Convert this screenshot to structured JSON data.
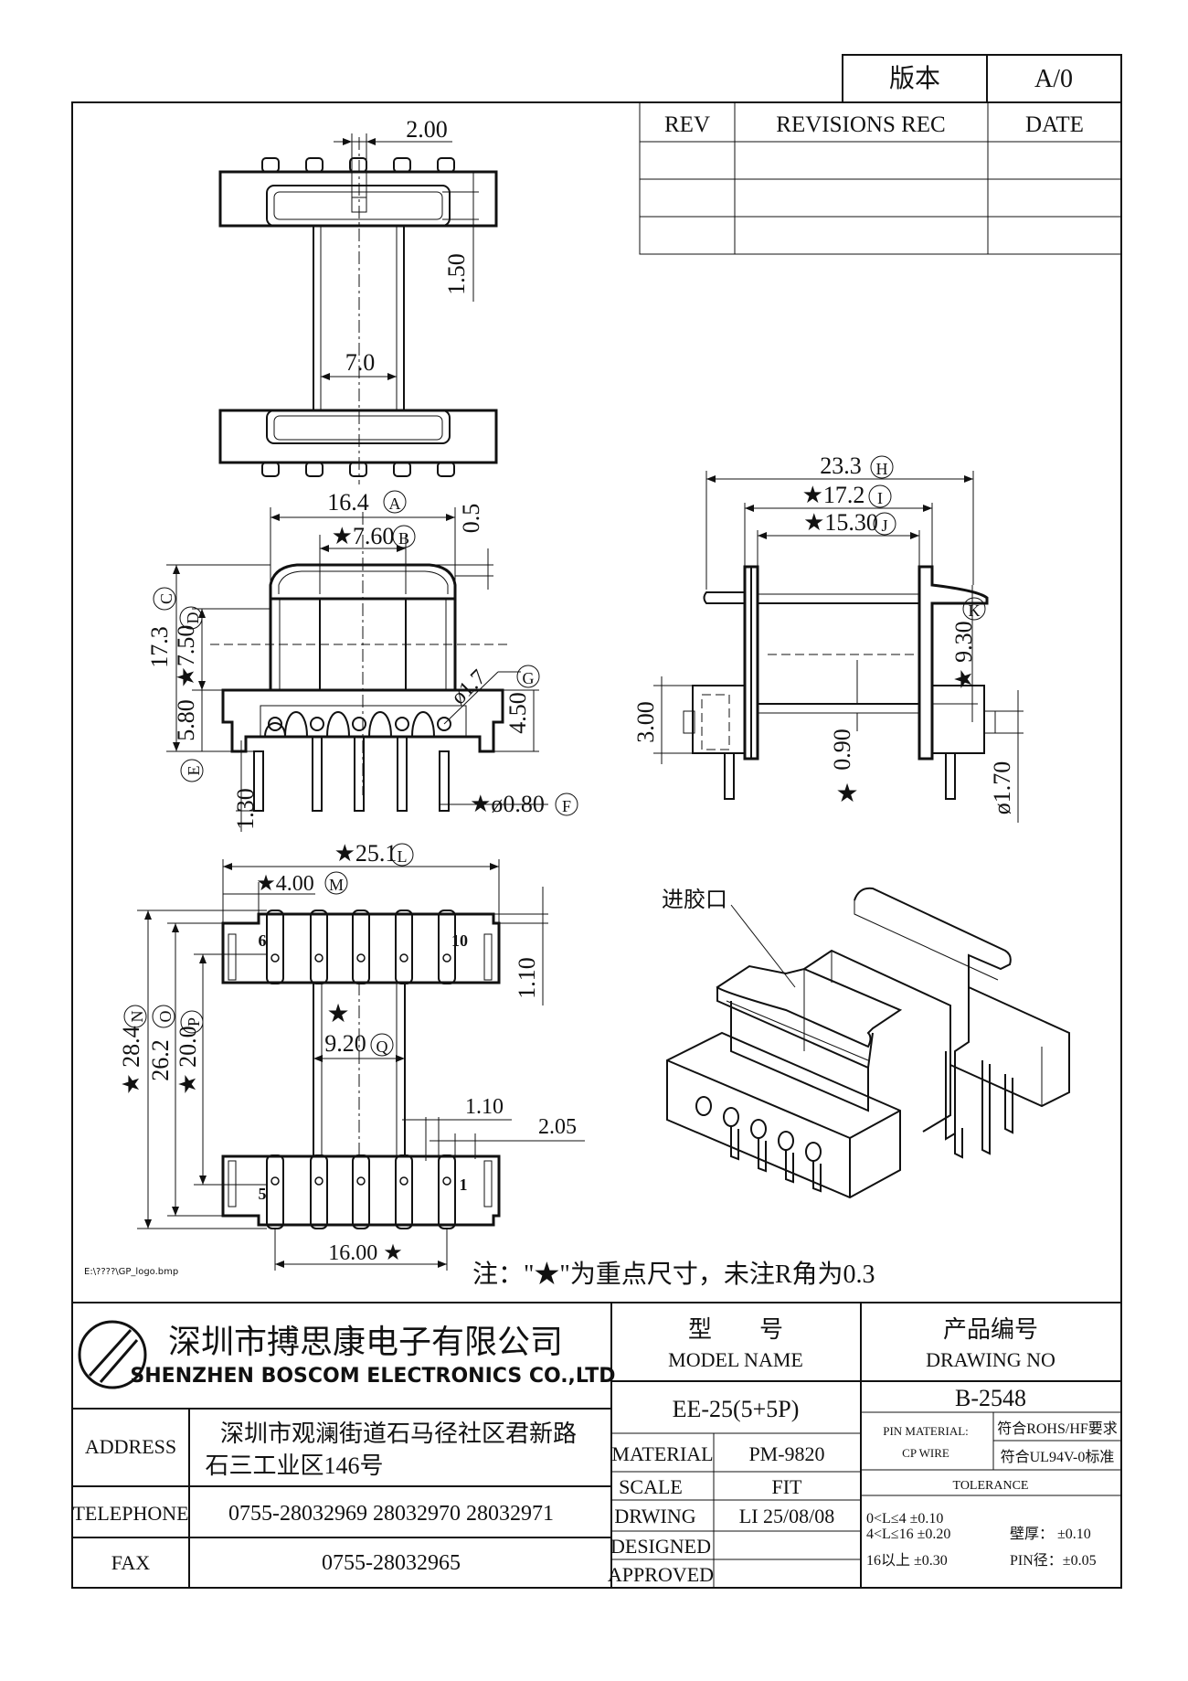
{
  "version_box": {
    "label": "版本",
    "value": "A/0"
  },
  "revision_table": {
    "headers": [
      "REV",
      "REVISIONS REC",
      "DATE"
    ],
    "rows": [
      [
        "",
        "",
        ""
      ],
      [
        "",
        "",
        ""
      ],
      [
        "",
        "",
        ""
      ]
    ]
  },
  "dimensions": {
    "top_view": {
      "gap": "2.00",
      "height": "1.50",
      "width": "7.0"
    },
    "front_view": {
      "a": "16.4",
      "a_mark": "A",
      "b": "★7.60",
      "b_mark": "B",
      "top_offset": "0.5",
      "c": "17.3",
      "c_mark": "C",
      "d": "★7.50",
      "d_mark": "D",
      "e": "5.80",
      "e_mark": "E",
      "g_dia": "ø1.7",
      "g_mark": "G",
      "g_h": "4.50",
      "pin_len": "1.30",
      "f": "★ø0.80",
      "f_mark": "F"
    },
    "side_view": {
      "h": "23.3",
      "h_mark": "H",
      "i": "★17.2",
      "i_mark": "I",
      "j": "★15.30",
      "j_mark": "J",
      "k": "★ 9.30",
      "k_mark": "K",
      "flange": "3.00",
      "wall": "0.90",
      "wall_star": "★",
      "pin_dia": "ø1.70"
    },
    "bottom_view": {
      "l": "★25.1",
      "l_mark": "L",
      "m": "★4.00",
      "m_mark": "M",
      "n": "★ 28.4",
      "n_mark": "N",
      "o": "26.2",
      "o_mark": "O",
      "p": "★ 20.0",
      "p_mark": "P",
      "q": "9.20",
      "q_mark": "Q",
      "star": "★",
      "slot_h": "1.10",
      "slot_w": "1.10",
      "slot_w2": "2.05",
      "pitch": "16.00 ★",
      "pin6": "6",
      "pin10": "10",
      "pin5": "5",
      "pin1": "1"
    }
  },
  "iso_label": "进胶口",
  "logo_path": "E:\\????\\GP_logo.bmp",
  "note": "注：\"★\"为重点尺寸，未注R角为0.3",
  "title_block": {
    "company_cn": "深圳市搏思康电子有限公司",
    "company_en": "SHENZHEN BOSCOM ELECTRONICS CO.,LTD",
    "model_cn": "型　　号",
    "model_en": "MODEL NAME",
    "model_value": "EE-25(5+5P)",
    "drawing_no_cn": "产品编号",
    "drawing_no_en": "DRAWING NO",
    "drawing_no_value": "B-2548",
    "address_label": "ADDRESS",
    "address_line1": "深圳市观澜街道石马径社区君新路",
    "address_line2": "石三工业区146号",
    "telephone_label": "TELEPHONE",
    "telephone": "0755-28032969 28032970 28032971",
    "fax_label": "FAX",
    "fax": "0755-28032965",
    "material_label": "MATERIAL",
    "material": "PM-9820",
    "scale_label": "SCALE",
    "scale": "FIT",
    "drwing_label": "DRWING",
    "drwing": "LI 25/08/08",
    "designed_label": "DESIGNED",
    "designed": "",
    "approved_label": "APPROVED",
    "approved": "",
    "pin_material_label": "PIN MATERIAL:",
    "pin_material": "CP WIRE",
    "rohs": "符合ROHS/HF要求",
    "ul": "符合UL94V-0标准",
    "tolerance_label": "TOLERANCE",
    "tol1": "0<L≤4  ±0.10",
    "tol2": "4<L≤16  ±0.20",
    "tol3": "16以上    ±0.30",
    "wall_tol": "壁厚：  ±0.10",
    "pin_tol": "PIN径：±0.05"
  }
}
